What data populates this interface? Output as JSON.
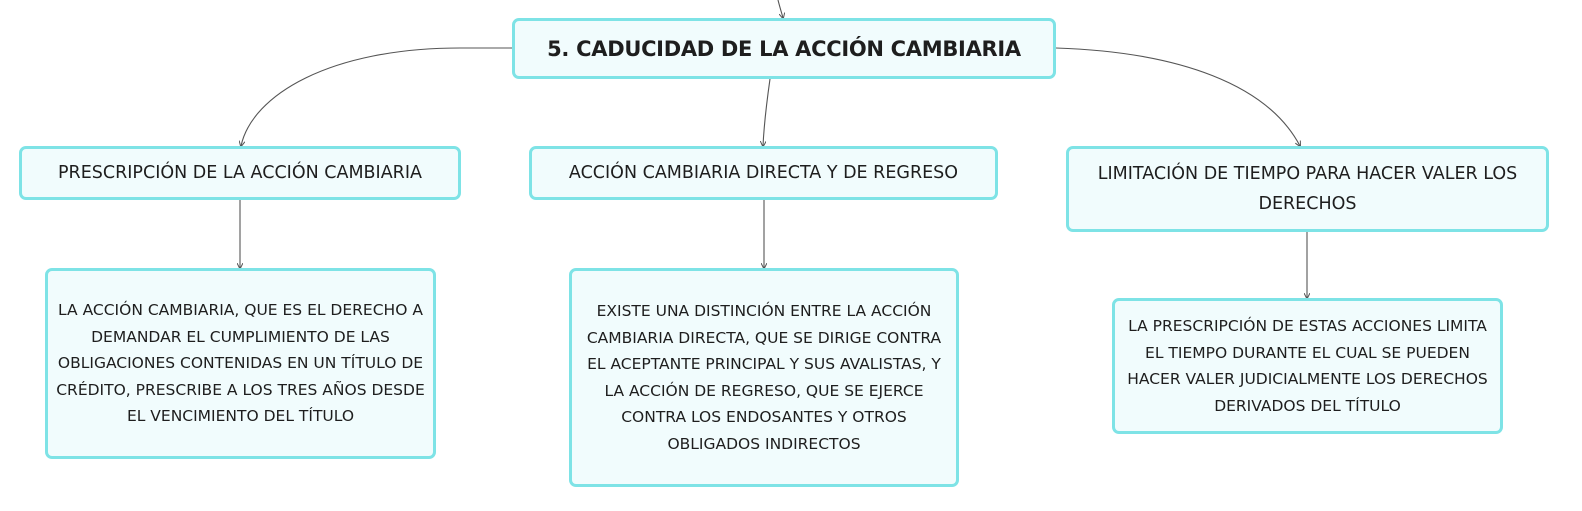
{
  "root": {
    "title": "5. CADUCIDAD DE LA ACCIÓN CAMBIARIA"
  },
  "branches": [
    {
      "label": "PRESCRIPCIÓN DE LA ACCIÓN CAMBIARIA",
      "detail": "LA ACCIÓN CAMBIARIA, QUE ES EL DERECHO A DEMANDAR EL CUMPLIMIENTO DE LAS OBLIGACIONES CONTENIDAS EN UN TÍTULO DE CRÉDITO, PRESCRIBE A LOS TRES AÑOS DESDE EL VENCIMIENTO DEL TÍTULO"
    },
    {
      "label": "ACCIÓN CAMBIARIA DIRECTA Y DE REGRESO",
      "detail": "EXISTE UNA DISTINCIÓN ENTRE LA ACCIÓN CAMBIARIA DIRECTA, QUE SE DIRIGE CONTRA EL ACEPTANTE PRINCIPAL Y SUS AVALISTAS, Y LA ACCIÓN DE REGRESO, QUE SE EJERCE CONTRA LOS ENDOSANTES Y OTROS OBLIGADOS INDIRECTOS"
    },
    {
      "label": "LIMITACIÓN DE TIEMPO PARA HACER VALER LOS DERECHOS",
      "detail": "LA PRESCRIPCIÓN DE ESTAS ACCIONES LIMITA EL TIEMPO DURANTE EL CUAL SE PUEDEN HACER VALER JUDICIALMENTE LOS DERECHOS DERIVADOS DEL TÍTULO"
    }
  ],
  "colors": {
    "node_fill": "#f1fcfd",
    "node_border": "#7ee3e6",
    "connector": "#555555",
    "text": "#1e1e1e"
  }
}
